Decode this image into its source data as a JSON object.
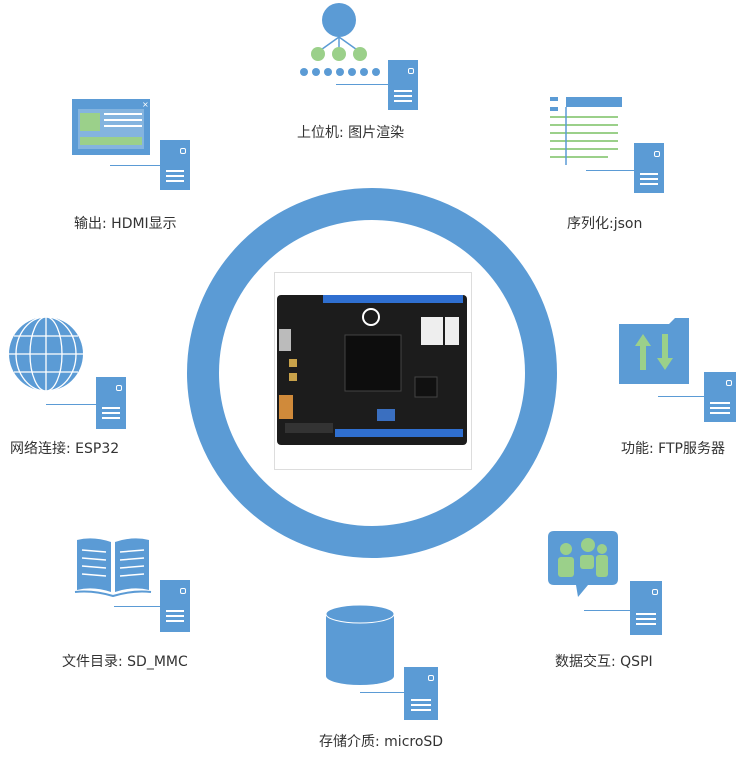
{
  "colors": {
    "primary": "#5b9bd5",
    "green": "#9bd08a",
    "ring": "#5b9bd5"
  },
  "center": {
    "icon": "circuit-board-image"
  },
  "nodes": [
    {
      "id": "render",
      "label": "上位机: 图片渲染",
      "icon": "hierarchy-icon"
    },
    {
      "id": "json",
      "label": "序列化:json",
      "icon": "document-lines-icon"
    },
    {
      "id": "ftp",
      "label": "功能: FTP服务器",
      "icon": "folder-transfer-icon"
    },
    {
      "id": "qspi",
      "label": "数据交互: QSPI",
      "icon": "video-call-icon"
    },
    {
      "id": "microsd",
      "label": "存储介质: microSD",
      "icon": "database-cylinder-icon"
    },
    {
      "id": "sdmmc",
      "label": "文件目录: SD_MMC",
      "icon": "open-book-icon"
    },
    {
      "id": "esp32",
      "label": "网络连接: ESP32",
      "icon": "globe-icon"
    },
    {
      "id": "hdmi",
      "label": "输出: HDMI显示",
      "icon": "window-icon"
    }
  ]
}
